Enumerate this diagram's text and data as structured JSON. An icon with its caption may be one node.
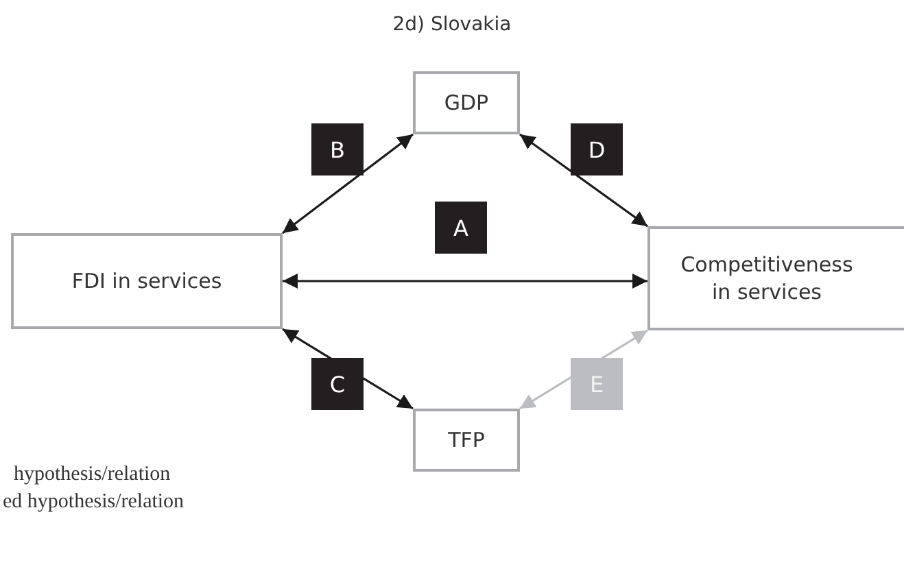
{
  "diagram": {
    "title": "2d) Slovakia",
    "nodes": [
      {
        "text": [
          "GDP"
        ]
      },
      {
        "text": [
          "FDI in services"
        ]
      },
      {
        "text": [
          "Competitiveness in services"
        ]
      },
      {
        "text": [
          "TFP"
        ]
      }
    ],
    "edges": [
      {
        "from": 1,
        "to": 2,
        "arrow": "both",
        "label": "A"
      },
      {
        "from": 1,
        "to": 0,
        "arrow": "both",
        "label": "B"
      },
      {
        "from": 1,
        "to": 3,
        "arrow": "both",
        "label": "C"
      },
      {
        "from": 0,
        "to": 2,
        "arrow": "both",
        "label": "D"
      },
      {
        "from": 3,
        "to": 2,
        "arrow": "both",
        "label": "E",
        "color": "#bcbdc0"
      }
    ],
    "labels": [
      "hypothesis/relation",
      "ed hypothesis/relation"
    ]
  }
}
